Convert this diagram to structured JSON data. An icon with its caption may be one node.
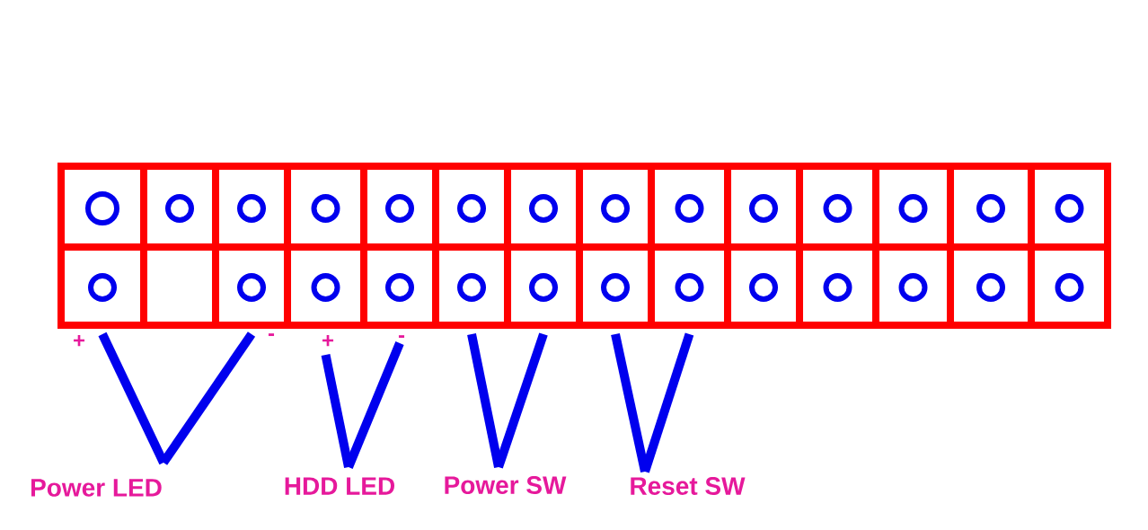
{
  "diagram": {
    "nodes": [
      {
        "text": [
          "Power LED"
        ]
      },
      {
        "text": [
          "HDD LED"
        ]
      },
      {
        "text": [
          "Power SW"
        ]
      },
      {
        "text": [
          "Reset SW"
        ]
      },
      {
        "text": [],
        "shape": "circle"
      },
      {
        "text": [],
        "shape": "circle"
      },
      {
        "text": [],
        "shape": "circle"
      },
      {
        "text": [],
        "shape": "circle"
      },
      {
        "text": [],
        "shape": "circle"
      },
      {
        "text": [],
        "shape": "circle"
      },
      {
        "text": [],
        "shape": "circle"
      },
      {
        "text": [],
        "shape": "circle"
      }
    ],
    "edges": [
      {
        "from": 0,
        "to": 4,
        "arrow": "none"
      },
      {
        "from": 0,
        "to": 5,
        "arrow": "none"
      },
      {
        "from": 1,
        "to": 6,
        "arrow": "none"
      },
      {
        "from": 1,
        "to": 7,
        "arrow": "none"
      },
      {
        "from": 2,
        "to": 8,
        "arrow": "none"
      },
      {
        "from": 2,
        "to": 9,
        "arrow": "none"
      },
      {
        "from": 3,
        "to": 10,
        "arrow": "none"
      },
      {
        "from": 3,
        "to": 11,
        "arrow": "none"
      }
    ],
    "labels": [
      "+",
      "-",
      "+",
      "-"
    ]
  }
}
